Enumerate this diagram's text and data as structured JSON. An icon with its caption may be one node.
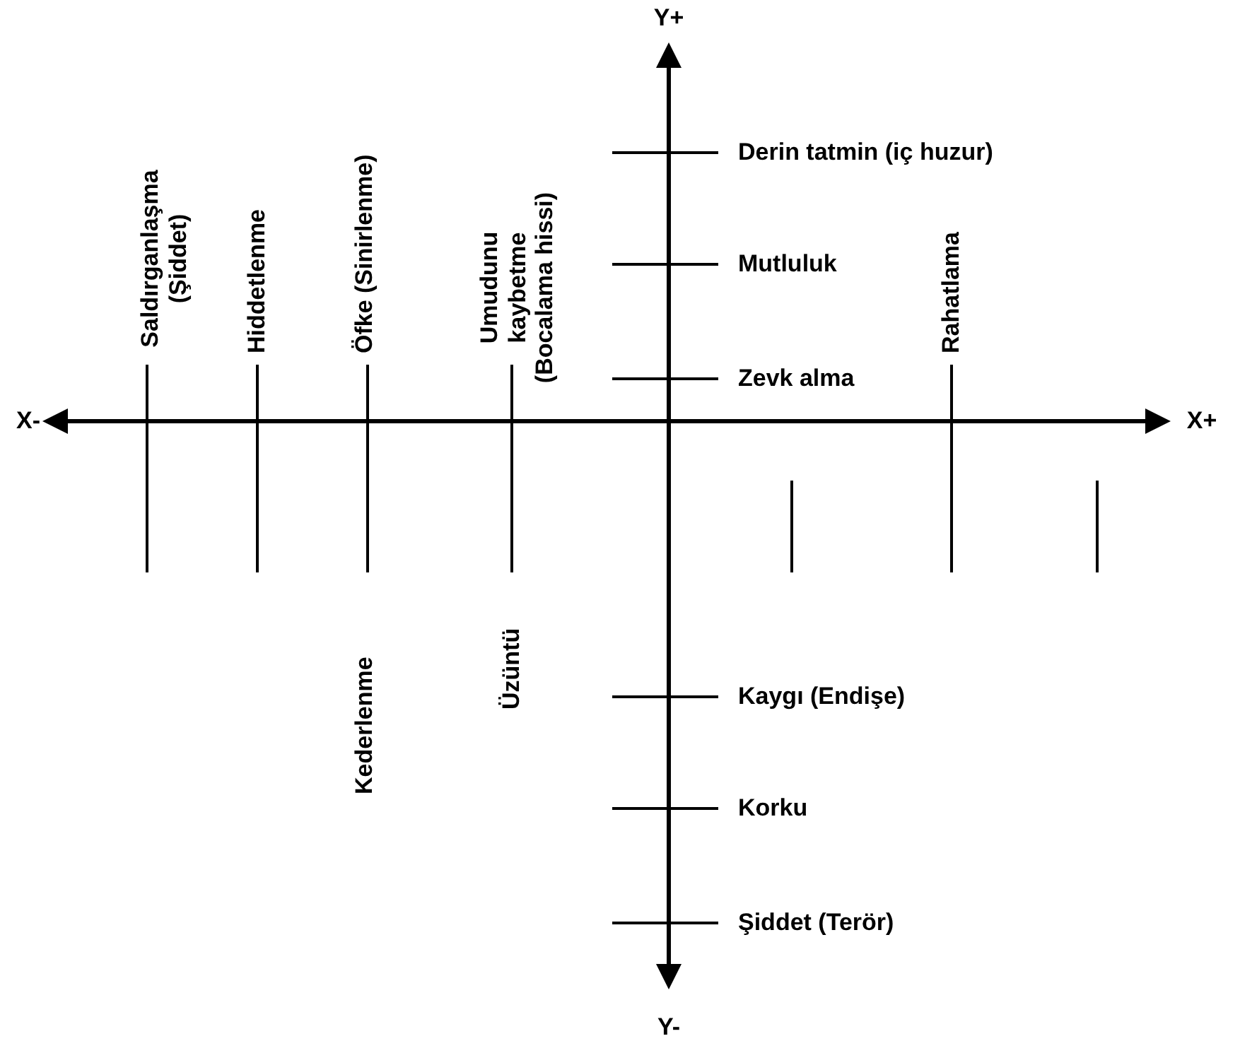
{
  "diagram": {
    "labels": [
      "Y+",
      "Derin tatmin (iç huzur)",
      "Mutluluk",
      "Zevk alma",
      "Saldırganlaşma (Şiddet)",
      "Hiddetlenme",
      "Öfke (Sinirlenme)",
      "Umudunu kaybetme (Bocalama hissi)",
      "Rahatlama",
      "X-",
      "X+",
      "Kederlenme",
      "Üzüntü",
      "Kaygı (Endişe)",
      "Korku",
      "Şiddet (Terör)",
      "Y-"
    ]
  }
}
